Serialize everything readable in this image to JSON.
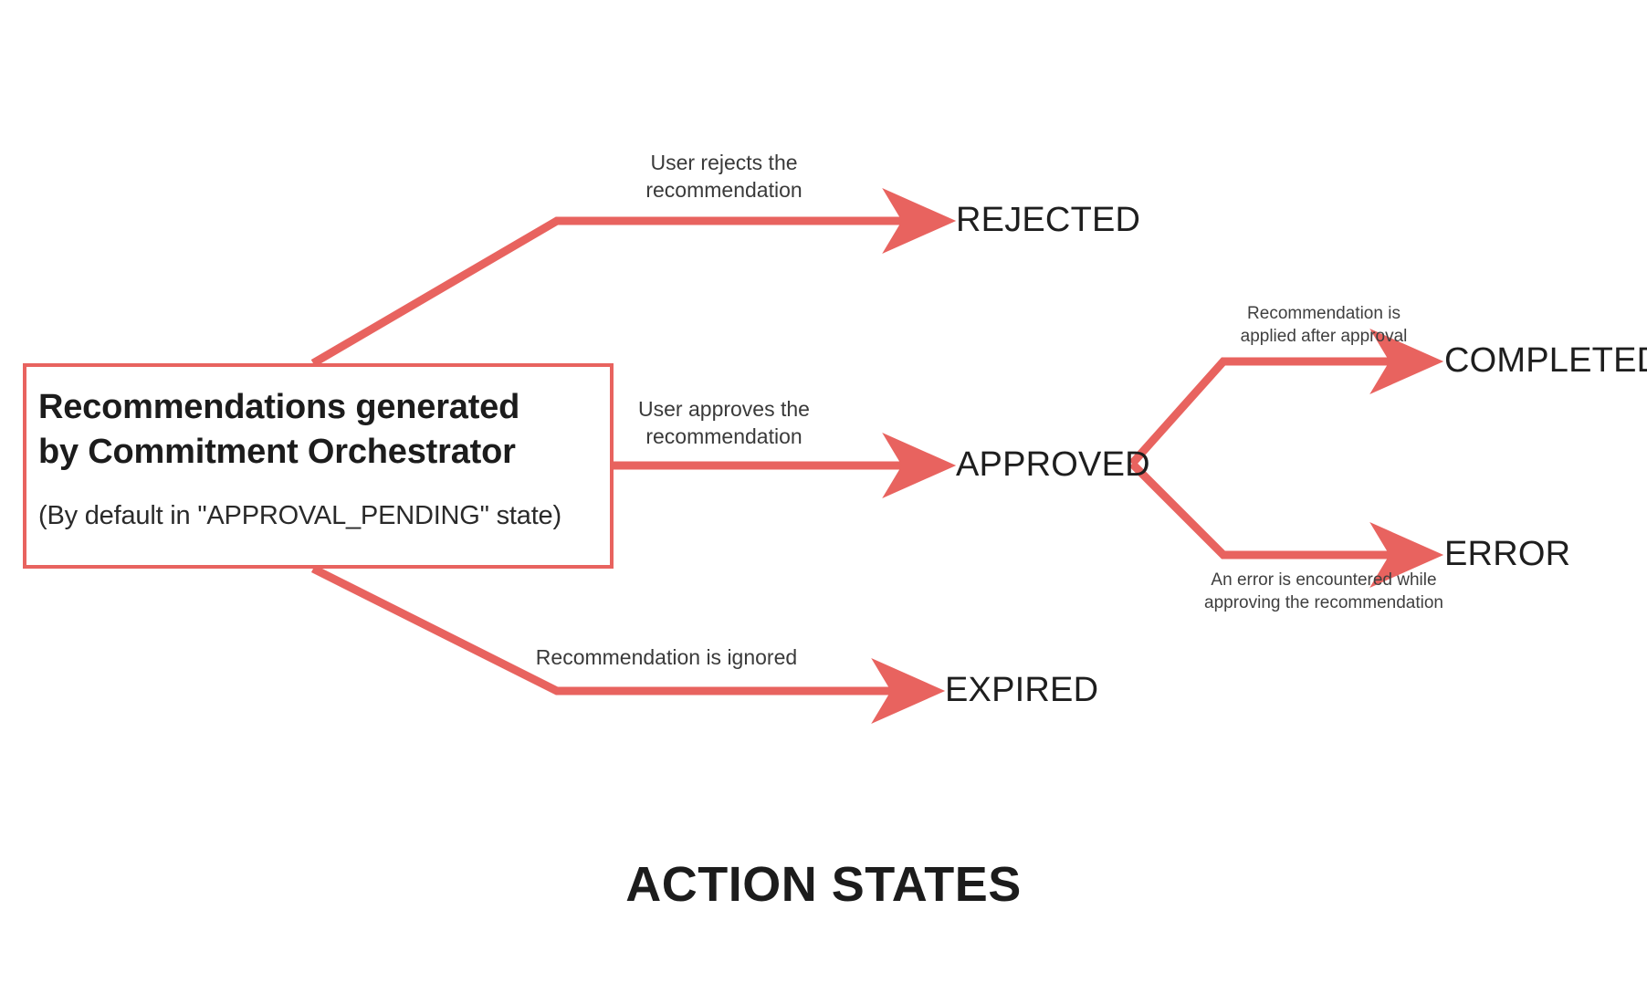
{
  "diagram": {
    "title": "ACTION STATES",
    "accent_color": "#E8635F",
    "text_color": "#1e1e1e",
    "background_color": "#ffffff",
    "type": "state-flow-diagram"
  },
  "source_node": {
    "title_line_1": "Recommendations generated",
    "title_line_2": "by Commitment Orchestrator",
    "subtitle": "(By default in \"APPROVAL_PENDING\" state)"
  },
  "states": {
    "rejected": "REJECTED",
    "approved": "APPROVED",
    "expired": "EXPIRED",
    "completed": "COMPLETED",
    "error": "ERROR"
  },
  "transitions": {
    "to_rejected": {
      "line_1": "User rejects the",
      "line_2": "recommendation"
    },
    "to_approved": {
      "line_1": "User approves the",
      "line_2": "recommendation"
    },
    "to_expired": {
      "line_1": "Recommendation is ignored",
      "line_2": ""
    },
    "to_completed": {
      "line_1": "Recommendation is",
      "line_2": "applied after approval"
    },
    "to_error": {
      "line_1": "An error is encountered while",
      "line_2": "approving the recommendation"
    }
  }
}
